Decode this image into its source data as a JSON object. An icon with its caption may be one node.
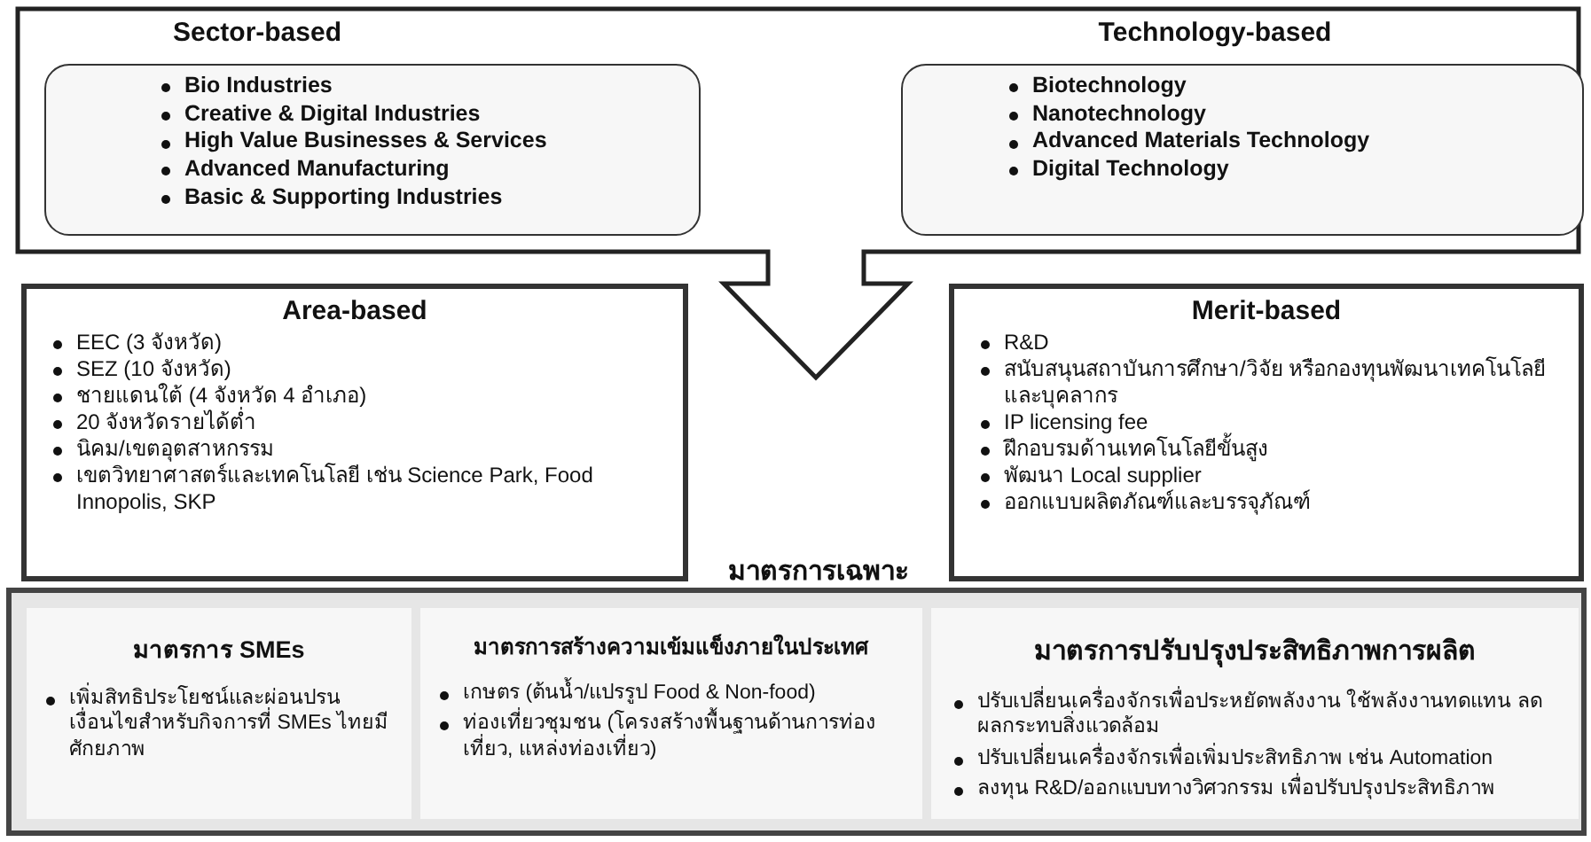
{
  "diagram": {
    "nodes": [
      {
        "text": [
          "Sector-based",
          "Bio Industries",
          "Creative & Digital Industries",
          "High Value Businesses & Services",
          "Advanced Manufacturing",
          "Basic & Supporting Industries"
        ]
      },
      {
        "text": [
          "Technology-based",
          "Biotechnology",
          "Nanotechnology",
          "Advanced Materials Technology",
          "Digital Technology"
        ]
      },
      {
        "text": [
          "Area-based",
          "EEC (3 จังหวัด)",
          "SEZ (10 จังหวัด)",
          "ชายแดนใต้ (4 จังหวัด 4 อำเภอ)",
          "20 จังหวัดรายได้ต่ำ",
          "นิคม/เขตอุตสาหกรรม",
          "เขตวิทยาศาสตร์และเทคโนโลยี เช่น Science Park, Food  Innopolis, SKP"
        ]
      },
      {
        "text": [
          "Merit-based",
          "R&D",
          "สนับสนุนสถาบันการศึกษา/วิจัย หรือกองทุนพัฒนาเทคโนโลยีและบุคลากร",
          "IP licensing fee",
          "ฝึกอบรมด้านเทคโนโลยีขั้นสูง",
          "พัฒนา Local supplier",
          "ออกแบบผลิตภัณฑ์และบรรจุภัณฑ์"
        ]
      },
      {
        "text": [
          "มาตรการ SMEs",
          "เพิ่มสิทธิประโยชน์และผ่อนปรนเงื่อนไขสำหรับกิจการที่ SMEs ไทยมีศักยภาพ"
        ]
      },
      {
        "text": [
          "มาตรการสร้างความเข้มแข็งภายในประเทศ",
          "เกษตร (ต้นน้ำ/แปรรูป Food & Non-food)",
          "ท่องเที่ยวชุมชน (โครงสร้างพื้นฐานด้านการท่องเที่ยว, แหล่งท่องเที่ยว)"
        ]
      },
      {
        "text": [
          "มาตรการปรับปรุงประสิทธิภาพการผลิต",
          "ปรับเปลี่ยนเครื่องจักรเพื่อประหยัดพลังงาน ใช้พลังงานทดแทน ลดผลกระทบสิ่งแวดล้อม",
          "ปรับเปลี่ยนเครื่องจักรเพื่อเพิ่มประสิทธิภาพ เช่น Automation",
          "ลงทุน R&D/ออกแบบทางวิศวกรรม เพื่อปรับปรุงประสิทธิภาพ"
        ]
      }
    ],
    "labels": [
      "มาตรการเฉพาะ"
    ]
  }
}
